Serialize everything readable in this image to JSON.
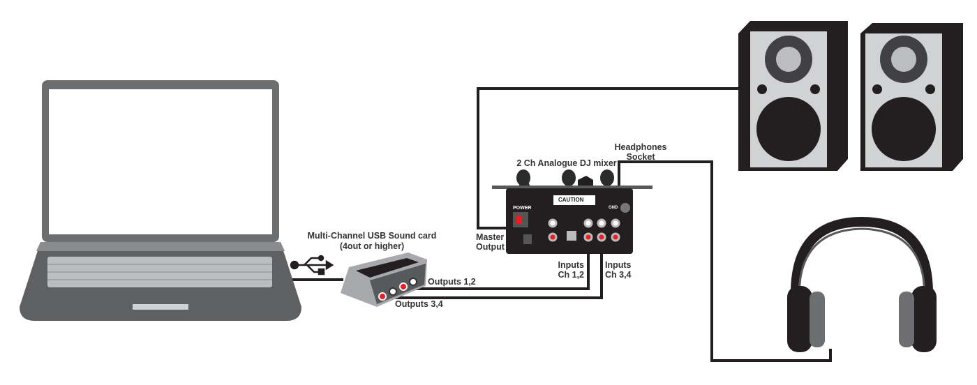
{
  "labels": {
    "mixer": "2 Ch Analogue DJ mixer",
    "headphones_line1": "Headphones",
    "headphones_line2": "Socket",
    "master_line1": "Master",
    "master_line2": "Output",
    "inputs12_line1": "Inputs",
    "inputs12_line2": "Ch 1,2",
    "inputs34_line1": "Inputs",
    "inputs34_line2": "Ch 3,4",
    "soundcard_line1": "Multi-Channel USB Sound card",
    "soundcard_line2": "(4out or higher)",
    "outputs12": "Outputs 1,2",
    "outputs34": "Outputs 3,4"
  },
  "device_markings": {
    "power": "POWER",
    "caution": "CAUTION",
    "gnd": "GND"
  },
  "colors": {
    "cable": "#231f20",
    "device": "#2b2b2b",
    "screen": "#ffffff",
    "laptop": "#6d6e70"
  },
  "icons": [
    "usb-icon",
    "laptop",
    "usb-sound-card",
    "dj-mixer",
    "speaker",
    "headphones"
  ]
}
